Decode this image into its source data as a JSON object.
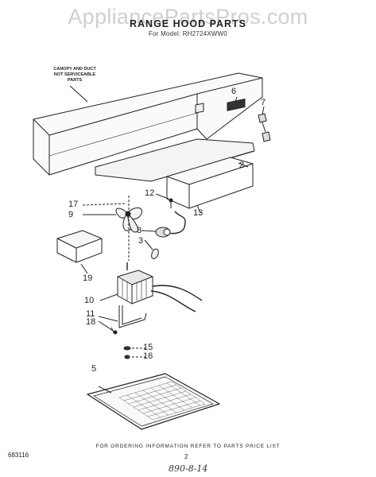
{
  "watermark": "AppliancePartsPros.com",
  "header": {
    "title": "RANGE HOOD PARTS",
    "model": "For Model: RH2724XWW0"
  },
  "canopy_note": [
    "CANOPY AND DUCT",
    "NOT SERVICEABLE",
    "PARTS"
  ],
  "callouts": {
    "c6": "6",
    "c7": "7",
    "c2": "2",
    "c12": "12",
    "c17": "17",
    "c9": "9",
    "c13": "13",
    "c8": "8",
    "c3": "3",
    "c19": "19",
    "c10": "10",
    "c11": "11",
    "c18": "18",
    "c15": "15",
    "c16": "16",
    "c5": "5"
  },
  "footer": {
    "ordering": "FOR ORDERING INFORMATION REFER TO PARTS PRICE LIST",
    "code": "683116",
    "page": "2",
    "handwritten": "890-8-14"
  }
}
